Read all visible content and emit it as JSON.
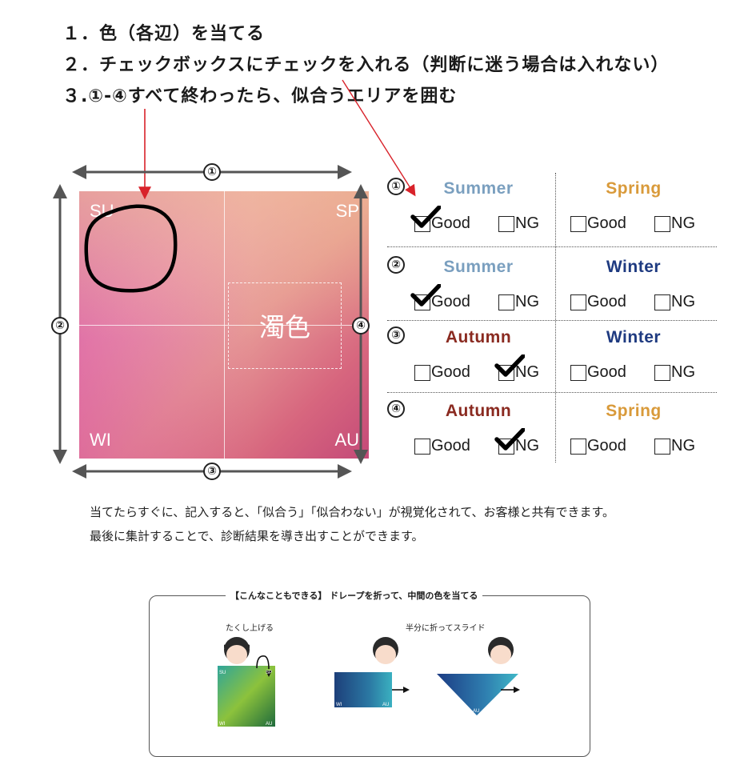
{
  "instructions": [
    "１．色（各辺）を当てる",
    "２．チェックボックスにチェックを入れる（判断に迷う場合は入れない）",
    "３.①-④すべて終わったら、似合うエリアを囲む"
  ],
  "side_numbers": {
    "top": "①",
    "left": "②",
    "bottom": "③",
    "right": "④"
  },
  "quadrants": {
    "top_left": "SU",
    "top_right": "SP",
    "bottom_left": "WI",
    "bottom_right": "AU"
  },
  "center_label": "濁色",
  "options": {
    "good": "Good",
    "ng": "NG"
  },
  "checklist": [
    {
      "num": "①",
      "left": {
        "season": "Summer",
        "color": "#7a9fbf",
        "checked": "good"
      },
      "right": {
        "season": "Spring",
        "color": "#d99a3a",
        "checked": "none"
      }
    },
    {
      "num": "②",
      "left": {
        "season": "Summer",
        "color": "#7a9fbf",
        "checked": "good"
      },
      "right": {
        "season": "Winter",
        "color": "#1e3a80",
        "checked": "none"
      }
    },
    {
      "num": "③",
      "left": {
        "season": "Autumn",
        "color": "#8a2a20",
        "checked": "ng"
      },
      "right": {
        "season": "Winter",
        "color": "#1e3a80",
        "checked": "none"
      }
    },
    {
      "num": "④",
      "left": {
        "season": "Autumn",
        "color": "#8a2a20",
        "checked": "ng"
      },
      "right": {
        "season": "Spring",
        "color": "#d99a3a",
        "checked": "none"
      }
    }
  ],
  "description": [
    "当てたらすぐに、記入すると、「似合う」「似合わない」が視覚化されて、お客様と共有できます。",
    "最後に集計することで、診断結果を導き出すことができます。"
  ],
  "tip_box": {
    "title": "【こんなこともできる】 ドレープを折って、中間の色を当てる",
    "sub_left": "たくし上げる",
    "sub_right": "半分に折ってスライド",
    "mini_labels": {
      "su": "SU",
      "sp": "SP",
      "wi": "WI",
      "au": "AU"
    }
  }
}
